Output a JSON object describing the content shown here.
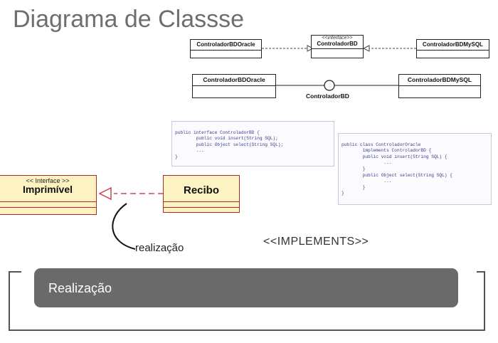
{
  "slide": {
    "title": "Diagrama de Classse"
  },
  "top_diagram": {
    "left_class": "ControladorBDOracle",
    "interface_stereotype": "<<interface>>",
    "interface_name": "ControladorBD",
    "right_class": "ControladorBDMySQL"
  },
  "lollipop_diagram": {
    "left_class": "ControladorBDOracle",
    "right_class": "ControladorBDMySQL",
    "interface_label": "ControladorBD"
  },
  "code_interface": {
    "lines": [
      "public interface ControladorBD {",
      "",
      "        public void insert(String SQL);",
      "        public Object select(String SQL);",
      "        ...",
      "}"
    ]
  },
  "code_class": {
    "lines": [
      "public class ControladorOracle",
      "        implements ControladorBD {",
      "",
      "        public void insert(String SQL) {",
      "                ...",
      "        }",
      "        public Object select(String SQL) {",
      "                ...",
      "        }",
      "}"
    ]
  },
  "example": {
    "interface_stereotype": "<< Interface >>",
    "interface_name": "Imprimível",
    "class_name": "Recibo",
    "annotation": "realização"
  },
  "implements_label": "<<IMPLEMENTS>>",
  "footer": {
    "label": "Realização"
  }
}
